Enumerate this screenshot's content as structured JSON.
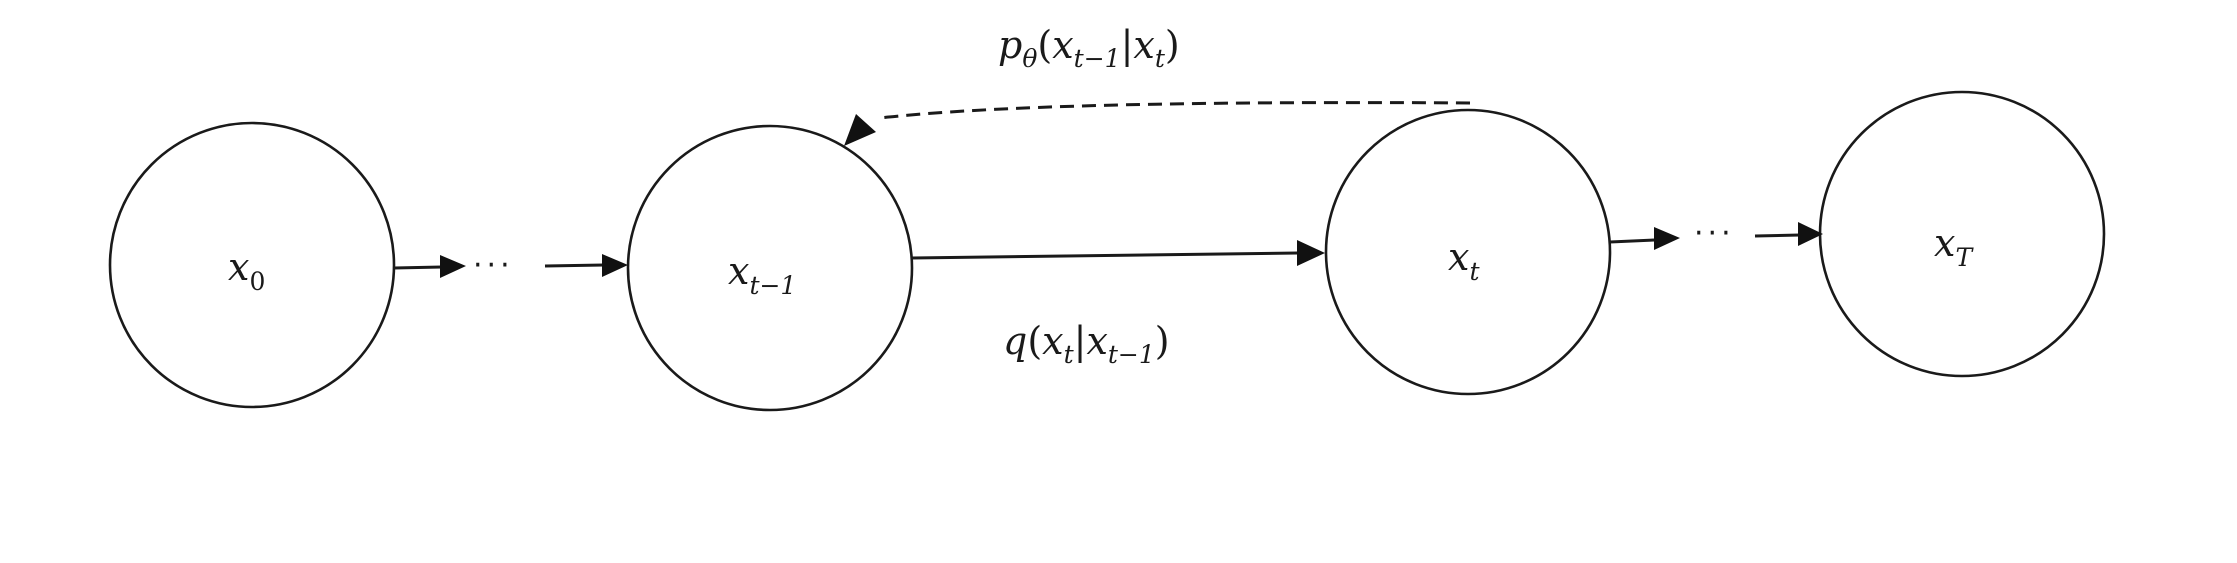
{
  "nodes": [
    {
      "id": "x0",
      "base": "x",
      "sub": "0"
    },
    {
      "id": "xt-1",
      "base": "x",
      "sub": "t−1"
    },
    {
      "id": "xt",
      "base": "x",
      "sub": "t"
    },
    {
      "id": "xT",
      "base": "x",
      "sub": "T"
    }
  ],
  "ellipsis": "···",
  "forward_label": {
    "fn": "q",
    "open": "(",
    "a_base": "x",
    "a_sub": "t",
    "bar": "|",
    "b_base": "x",
    "b_sub": "t−1",
    "close": ")"
  },
  "reverse_label": {
    "fn": "p",
    "fn_sub": "θ",
    "open": "(",
    "a_base": "x",
    "a_sub": "t−1",
    "bar": "|",
    "b_base": "x",
    "b_sub": "t",
    "close": ")"
  }
}
